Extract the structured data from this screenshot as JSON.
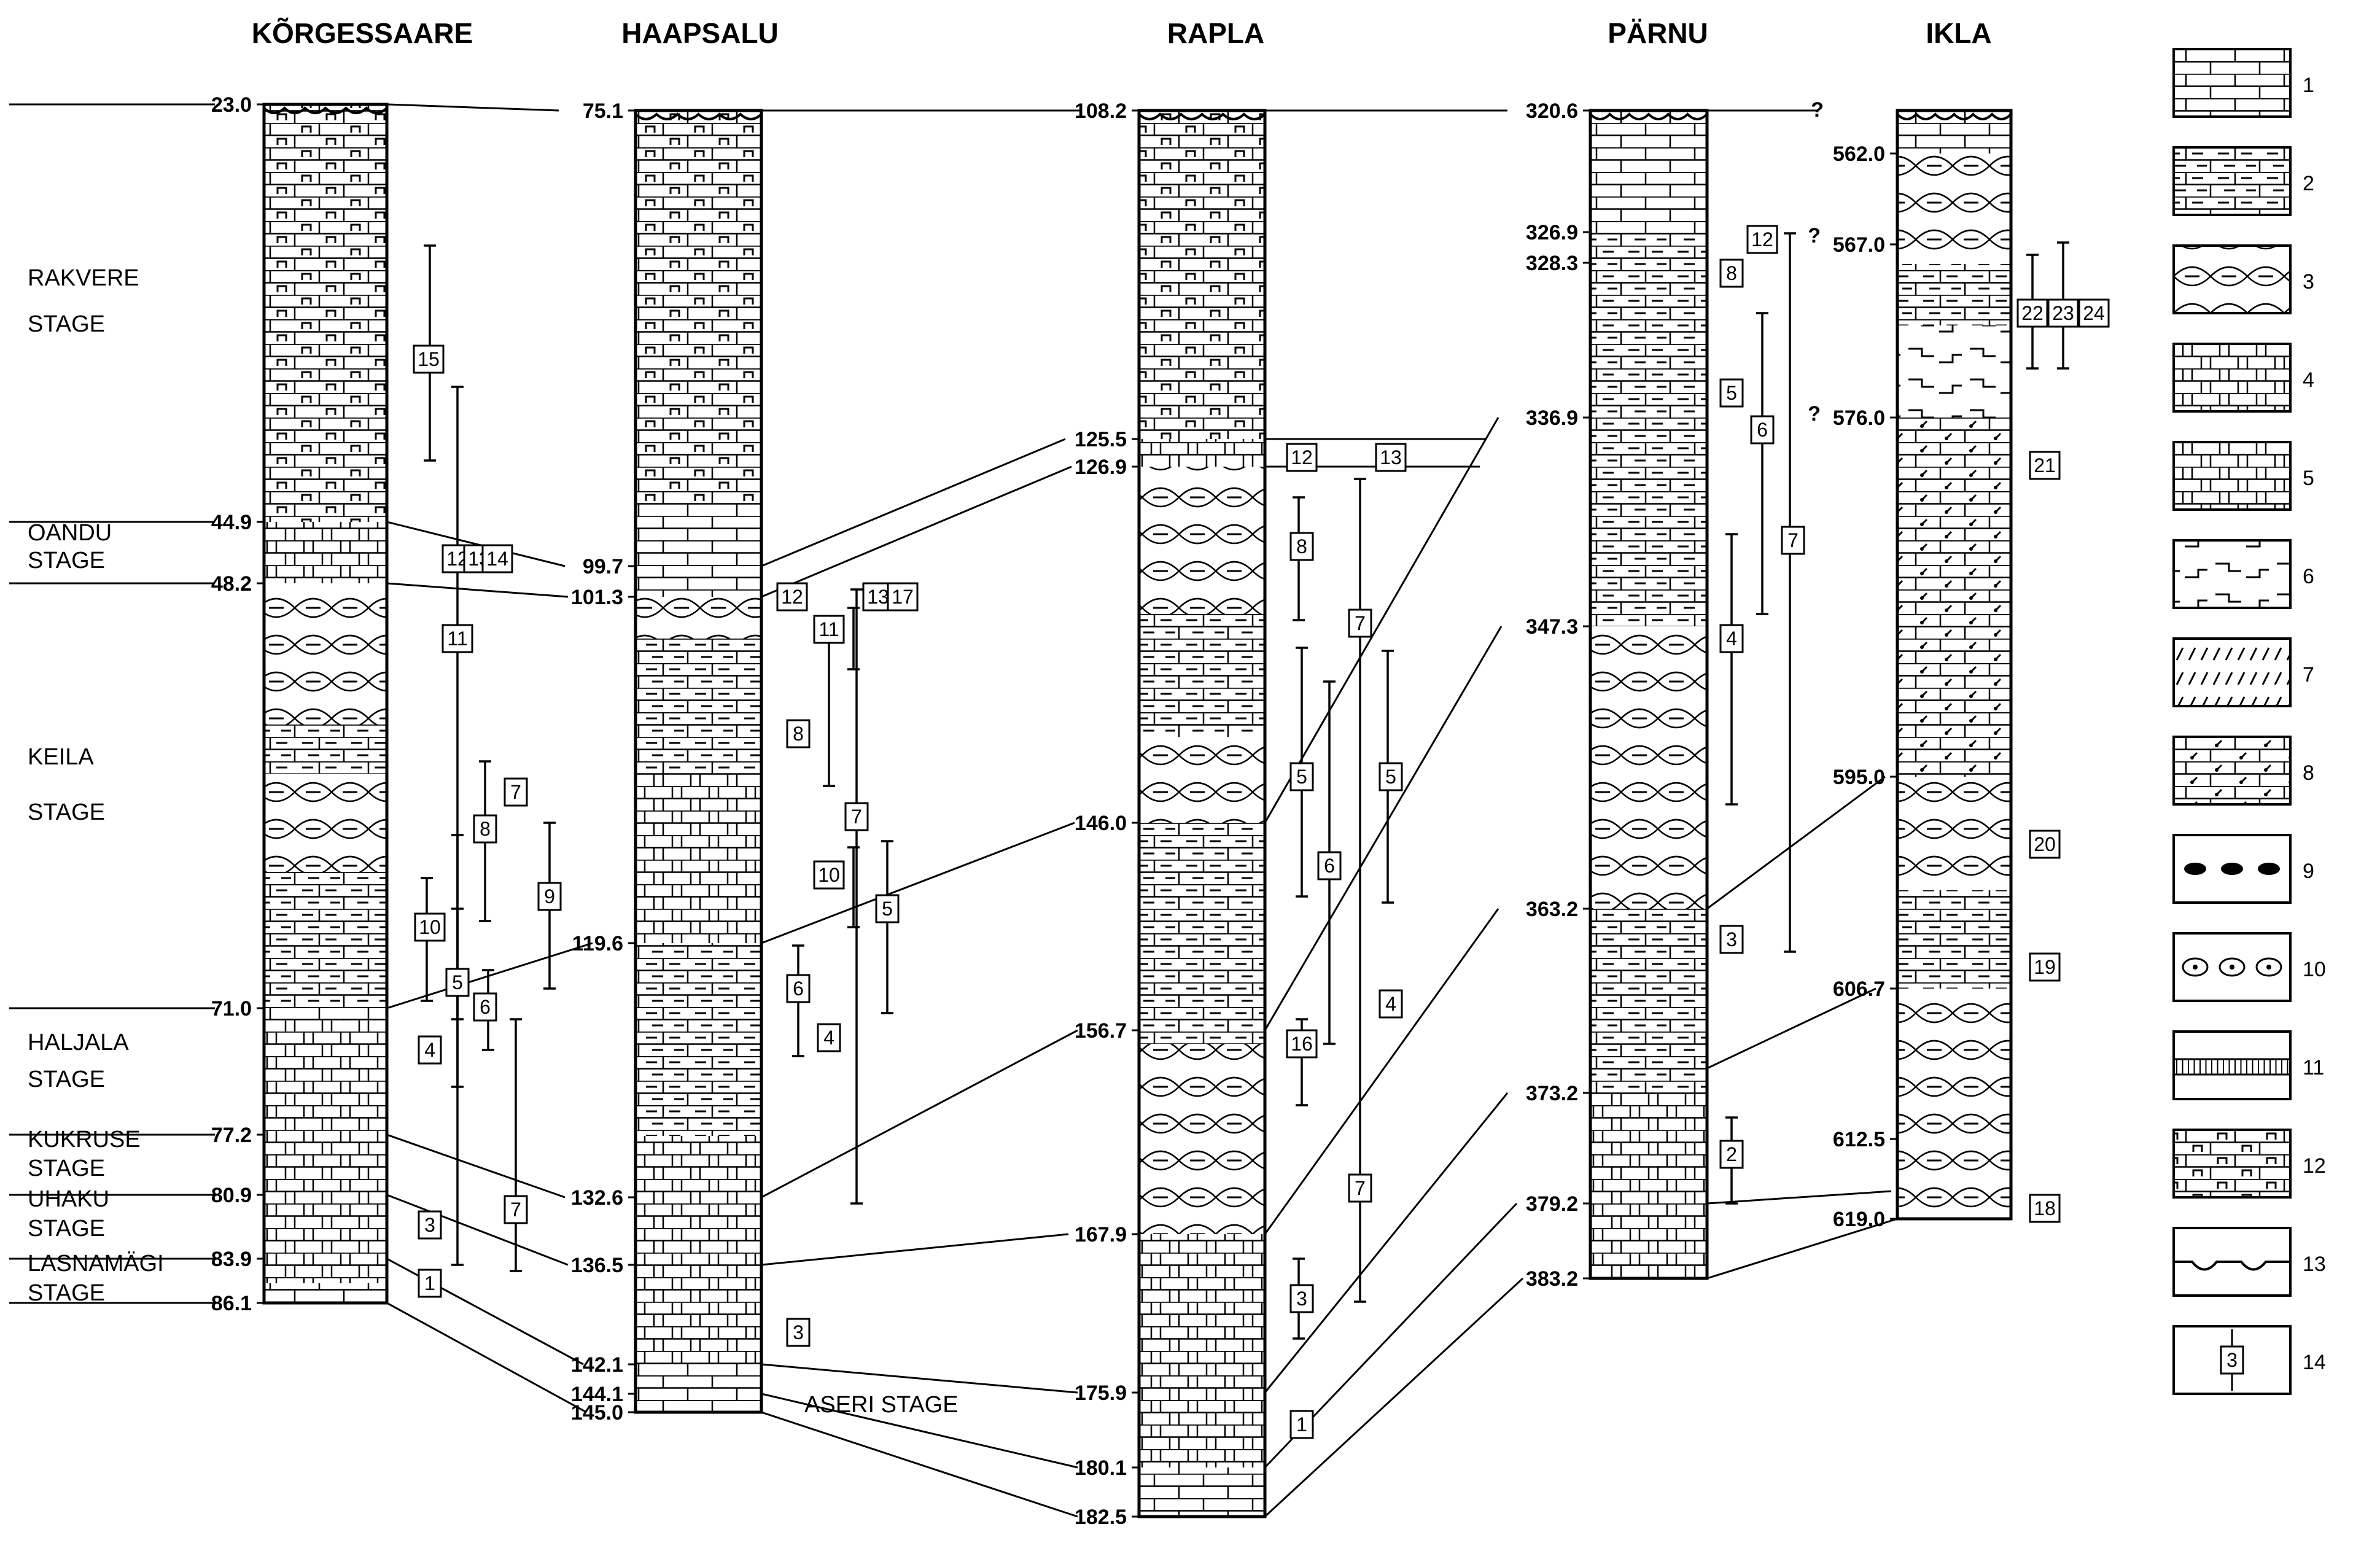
{
  "columns": [
    {
      "key": "korgessaare",
      "title": "KÕRGESSAARE",
      "depths": [
        "23.0",
        "44.9",
        "48.2",
        "71.0",
        "77.2",
        "80.9",
        "83.9",
        "86.1"
      ]
    },
    {
      "key": "haapsalu",
      "title": "HAAPSALU",
      "depths": [
        "75.1",
        "99.7",
        "101.3",
        "119.6",
        "132.6",
        "136.5",
        "142.1",
        "144.1",
        "145.0"
      ]
    },
    {
      "key": "rapla",
      "title": "RAPLA",
      "depths": [
        "108.2",
        "125.5",
        "126.9",
        "146.0",
        "156.7",
        "167.9",
        "175.9",
        "180.1",
        "182.5"
      ]
    },
    {
      "key": "parnu",
      "title": "PÄRNU",
      "depths": [
        "320.6",
        "326.9",
        "328.3",
        "336.9",
        "347.3",
        "363.2",
        "373.2",
        "379.2",
        "383.2"
      ]
    },
    {
      "key": "ikla",
      "title": "IKLA",
      "depths": [
        "562.0",
        "567.0",
        "576.0",
        "595.0",
        "606.7",
        "612.5",
        "619.0"
      ]
    }
  ],
  "stages": [
    {
      "line1": "RAKVERE",
      "line2": "STAGE"
    },
    {
      "line1": "OANDU",
      "line2": "STAGE"
    },
    {
      "line1": "KEILA",
      "line2": "STAGE"
    },
    {
      "line1": "HALJALA",
      "line2": "STAGE"
    },
    {
      "line1": "KUKRUSE",
      "line2": "STAGE"
    },
    {
      "line1": "UHAKU",
      "line2": "STAGE"
    },
    {
      "line1": "LASNAMÄGI",
      "line2": "STAGE"
    }
  ],
  "aseri_label": "ASERI STAGE",
  "question_mark": "?",
  "zone_numbers": [
    "1",
    "2",
    "3",
    "4",
    "5",
    "6",
    "7",
    "8",
    "9",
    "10",
    "11",
    "12",
    "13",
    "14",
    "15",
    "16",
    "17",
    "18",
    "19",
    "20",
    "21",
    "22",
    "23",
    "24"
  ],
  "legend": [
    {
      "num": "1",
      "pattern": "limestone"
    },
    {
      "num": "2",
      "pattern": "argillaceous-limestone"
    },
    {
      "num": "3",
      "pattern": "nodular-limestone"
    },
    {
      "num": "4",
      "pattern": "dolomitic-limestone"
    },
    {
      "num": "5",
      "pattern": "dolomite"
    },
    {
      "num": "6",
      "pattern": "marl"
    },
    {
      "num": "7",
      "pattern": "clay"
    },
    {
      "num": "8",
      "pattern": "pyrite-streaks"
    },
    {
      "num": "9",
      "pattern": "phosphorite-nodules"
    },
    {
      "num": "10",
      "pattern": "ooids"
    },
    {
      "num": "11",
      "pattern": "bentonite-bed"
    },
    {
      "num": "12",
      "pattern": "fossil-fragments"
    },
    {
      "num": "13",
      "pattern": "discontinuity-surface"
    },
    {
      "num": "14",
      "pattern": "zone-range-marker",
      "sample": "3"
    }
  ]
}
